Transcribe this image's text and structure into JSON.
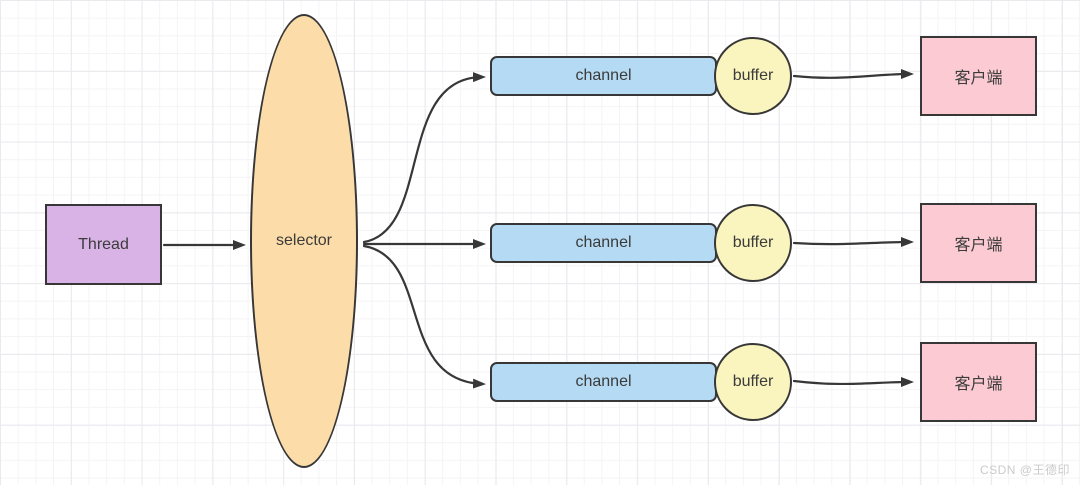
{
  "diagram": {
    "title_hint": "NIO single thread selector with multiple channels",
    "nodes": {
      "thread": {
        "label": "Thread",
        "fill": "#d9b3e6"
      },
      "selector": {
        "label": "selector",
        "fill": "#fcdca8"
      }
    },
    "rows": [
      {
        "channel": {
          "label": "channel",
          "fill": "#b5daf3"
        },
        "buffer": {
          "label": "buffer",
          "fill": "#faf5be"
        },
        "client": {
          "label": "客户端",
          "fill": "#fbcad2"
        }
      },
      {
        "channel": {
          "label": "channel",
          "fill": "#b5daf3"
        },
        "buffer": {
          "label": "buffer",
          "fill": "#faf5be"
        },
        "client": {
          "label": "客户端",
          "fill": "#fbcad2"
        }
      },
      {
        "channel": {
          "label": "channel",
          "fill": "#b5daf3"
        },
        "buffer": {
          "label": "buffer",
          "fill": "#faf5be"
        },
        "client": {
          "label": "客户端",
          "fill": "#fbcad2"
        }
      }
    ],
    "connectors": {
      "stroke_color": "#373737",
      "list": [
        "thread-to-selector",
        "selector-to-channel-1",
        "selector-to-channel-2",
        "selector-to-channel-3",
        "buffer-1-to-client-1",
        "buffer-2-to-client-2",
        "buffer-3-to-client-3"
      ]
    },
    "watermark": {
      "text": "CSDN @王德印",
      "color": "#cbcbcb"
    }
  }
}
